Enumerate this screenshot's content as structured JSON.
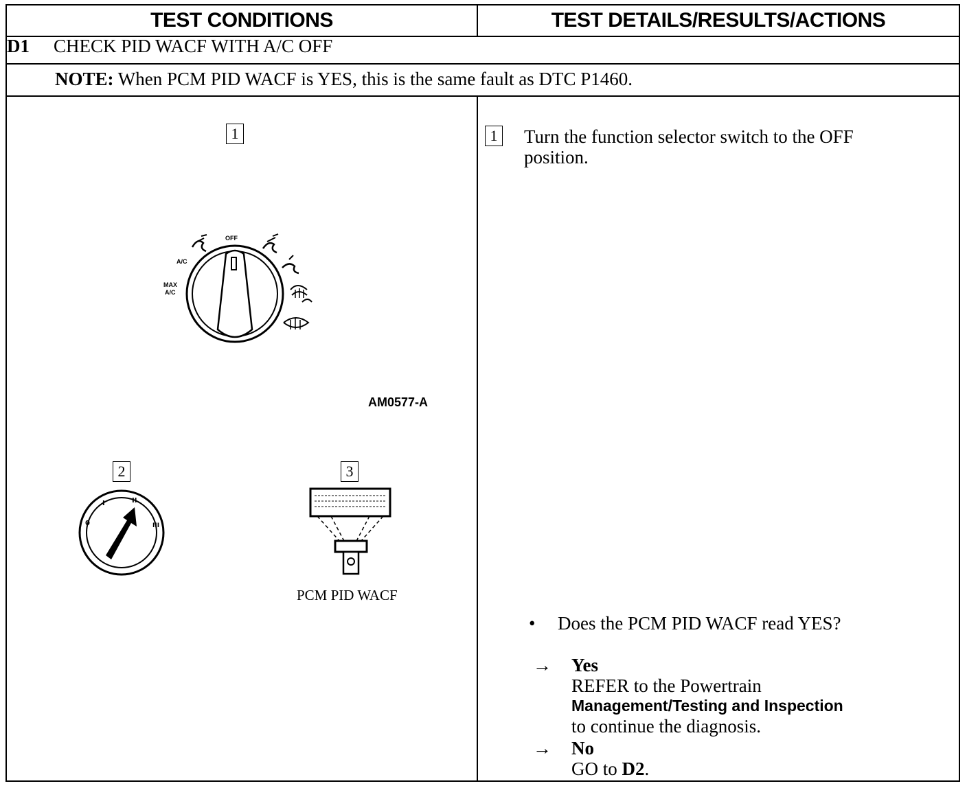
{
  "header": {
    "left": "TEST CONDITIONS",
    "right": "TEST DETAILS/RESULTS/ACTIONS"
  },
  "step": {
    "id": "D1",
    "title": "CHECK PID WACF WITH A/C OFF"
  },
  "note": {
    "label": "NOTE:",
    "text": "When PCM PID WACF is YES, this is the same fault as DTC P1460."
  },
  "figure1": {
    "number": "1",
    "code": "AM0577-A",
    "dial_labels": {
      "off": "OFF",
      "ac": "A/C",
      "max": "MAX",
      "max_ac": "A/C"
    }
  },
  "figure2": {
    "number": "2"
  },
  "figure3": {
    "number": "3",
    "caption": "PCM PID WACF"
  },
  "instructions": {
    "step_number": "1",
    "line1": "Turn the function selector switch to the OFF",
    "line2": "position."
  },
  "question": {
    "bullet": "•",
    "text": "Does the PCM PID WACF read YES?"
  },
  "results": {
    "arrow": "→",
    "yes": {
      "label": "Yes",
      "line1": "REFER to the Powertrain",
      "line2": "Management/Testing and Inspection",
      "line3": "to continue the diagnosis."
    },
    "no": {
      "label": "No",
      "goto_prefix": "GO to",
      "goto_target": "D2",
      "goto_suffix": "."
    }
  }
}
